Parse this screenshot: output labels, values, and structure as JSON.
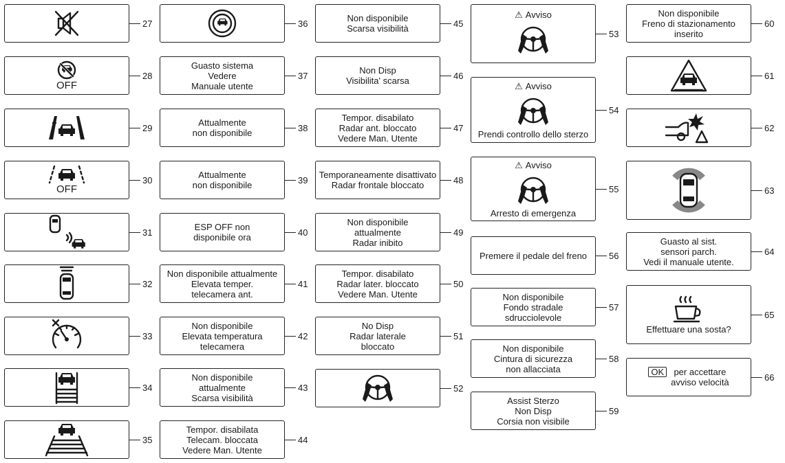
{
  "panels": [
    {
      "num": "27",
      "icon": "muted-speaker-icon"
    },
    {
      "num": "28",
      "icon": "pedestrian-detection-off-icon",
      "text": "OFF"
    },
    {
      "num": "29",
      "icon": "lane-departure-warning-icon"
    },
    {
      "num": "30",
      "icon": "lane-departure-off-icon",
      "text": "OFF"
    },
    {
      "num": "31",
      "icon": "blind-spot-warning-icon"
    },
    {
      "num": "32",
      "icon": "rear-sensor-car-icon"
    },
    {
      "num": "33",
      "icon": "speed-limiter-off-icon"
    },
    {
      "num": "34",
      "icon": "car-lane-track-icon"
    },
    {
      "num": "35",
      "icon": "car-road-track-icon"
    },
    {
      "num": "36",
      "icon": "radar-blocked-icon"
    },
    {
      "num": "37",
      "text": "Guasto sistema\nVedere\nManuale utente"
    },
    {
      "num": "38",
      "text": "Attualmente\nnon disponibile"
    },
    {
      "num": "39",
      "text": "Attualmente\nnon disponibile"
    },
    {
      "num": "40",
      "text": "ESP OFF non\ndisponibile ora"
    },
    {
      "num": "41",
      "text": "Non disponibile attualmente\nElevata temper.\ntelecamera ant."
    },
    {
      "num": "42",
      "text": "Non disponibile\nElevata temperatura\ntelecamera"
    },
    {
      "num": "43",
      "text": "Non disponibile\nattualmente\nScarsa visibilità"
    },
    {
      "num": "44",
      "text": "Tempor. disabilata\nTelecam. bloccata\nVedere Man. Utente"
    },
    {
      "num": "45",
      "text": "Non disponibile\nScarsa visibilità"
    },
    {
      "num": "46",
      "text": "Non Disp\nVisibilita' scarsa"
    },
    {
      "num": "47",
      "text": "Tempor. disabilato\nRadar ant. bloccato\nVedere Man. Utente"
    },
    {
      "num": "48",
      "text": "Temporaneamente disattivato\nRadar frontale  bloccato"
    },
    {
      "num": "49",
      "text": "Non disponibile\nattualmente\nRadar inibito"
    },
    {
      "num": "50",
      "text": "Tempor. disabilato\nRadar later. bloccato\nVedere Man. Utente"
    },
    {
      "num": "51",
      "text": "No Disp\nRadar laterale\nbloccato"
    },
    {
      "num": "52",
      "icon": "hands-on-wheel-icon"
    },
    {
      "num": "53",
      "warning": "Avviso",
      "icon": "hands-on-wheel-icon"
    },
    {
      "num": "54",
      "warning": "Avviso",
      "icon": "hands-on-wheel-icon",
      "text": "Prendi controllo dello sterzo"
    },
    {
      "num": "55",
      "warning": "Avviso",
      "icon": "hands-on-wheel-icon",
      "text": "Arresto di emergenza"
    },
    {
      "num": "56",
      "text": "Premere il pedale del freno"
    },
    {
      "num": "57",
      "text": "Non disponibile\nFondo stradale\nsdrucciolevole"
    },
    {
      "num": "58",
      "text": "Non disponibile\nCintura di sicurezza\nnon allacciata"
    },
    {
      "num": "59",
      "text": "Assist Sterzo\nNon Disp\nCorsia non visibile"
    },
    {
      "num": "60",
      "text": "Non disponibile\nFreno di stazionamento\ninserito"
    },
    {
      "num": "61",
      "icon": "car-warning-triangle-icon"
    },
    {
      "num": "62",
      "icon": "collision-warning-icon"
    },
    {
      "num": "63",
      "icon": "parking-sensors-icon"
    },
    {
      "num": "64",
      "text": "Guasto al sist.\nsensori parch.\nVedi il manuale utente."
    },
    {
      "num": "65",
      "icon": "coffee-cup-icon",
      "text": "Effettuare una sosta?"
    },
    {
      "num": "66",
      "ok": "OK",
      "text": "per accettare\navviso velocità"
    }
  ]
}
